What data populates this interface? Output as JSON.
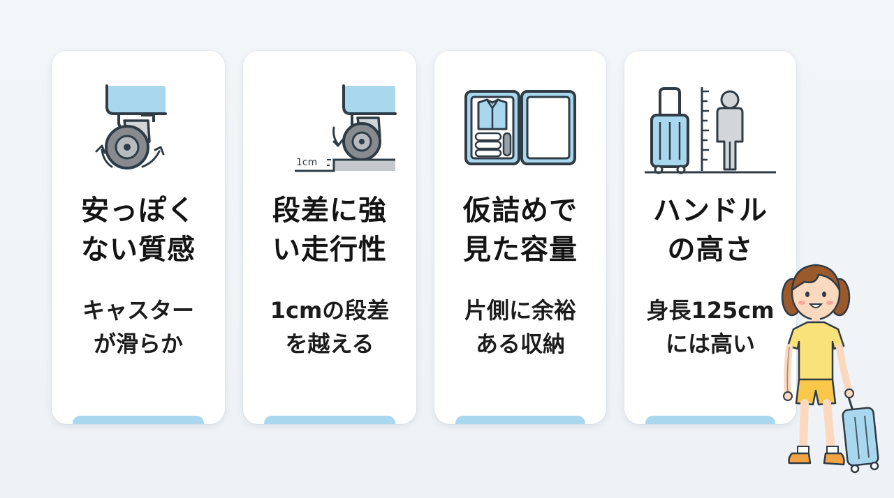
{
  "colors": {
    "accent": "#a9d8ee",
    "suitcase_blue": "#a9d8ee",
    "outline": "#2f3b45",
    "text": "#141414"
  },
  "cards": [
    {
      "icon": "caster-wheel-icon",
      "title_line1": "安っぽく",
      "title_line2": "ない質感",
      "desc_line1": "キャスター",
      "desc_line2": "が滑らか"
    },
    {
      "icon": "wheel-step-icon",
      "icon_label": "1cm",
      "title_line1": "段差に強",
      "title_line2": "い走行性",
      "desc_line1": "1cmの段差",
      "desc_line2": "を越える"
    },
    {
      "icon": "open-suitcase-icon",
      "title_line1": "仮詰めで",
      "title_line2": "見た容量",
      "desc_line1": "片側に余裕",
      "desc_line2": "ある収納"
    },
    {
      "icon": "handle-height-icon",
      "title_line1": "ハンドル",
      "title_line2": "の高さ",
      "desc_line1": "身長125cm",
      "desc_line2": "には高い"
    }
  ],
  "illustration": "girl-with-suitcase-illustration"
}
